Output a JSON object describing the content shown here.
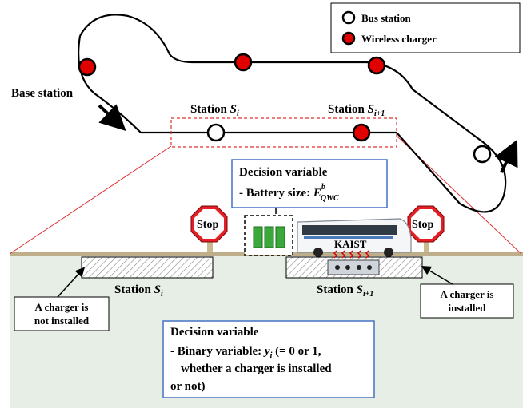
{
  "legend": {
    "bus_station": "Bus station",
    "wireless_charger": "Wireless charger"
  },
  "route": {
    "base_station": "Base station",
    "station_i_prefix": "Station ",
    "station_i_symbol": "S",
    "station_i_sub": "i",
    "station_i1_prefix": "Station ",
    "station_i1_symbol": "S",
    "station_i1_sub": "i+1"
  },
  "battery_box": {
    "title": "Decision variable",
    "line_prefix": "-   Battery size: ",
    "symbol": "E",
    "sup": "b",
    "sub": "QWC"
  },
  "stop_signs": {
    "left": "Stop",
    "right": "Stop"
  },
  "bus": {
    "brand": "KAIST"
  },
  "ground": {
    "station_i_prefix": "Station ",
    "station_i_symbol": "S",
    "station_i_sub": "i",
    "station_i1_prefix": "Station ",
    "station_i1_symbol": "S",
    "station_i1_sub": "i+1"
  },
  "callouts": {
    "not_installed_line1": "A charger is",
    "not_installed_line2": "not installed",
    "installed_line1": "A charger is",
    "installed_line2": "installed"
  },
  "binary_box": {
    "title": "Decision variable",
    "line1_prefix": "-   Binary variable: ",
    "line1_symbol": "y",
    "line1_sub": "i",
    "line1_suffix": " (= 0 or 1,",
    "line2": "whether a charger is installed",
    "line3": "or not)"
  },
  "colors": {
    "charger_fill": "#e00000",
    "ground_fill": "#e6eee5",
    "road": "#bfae8a",
    "box_border": "#4472c4",
    "dashed_red": "#e03030",
    "stop_red": "#e31e24",
    "battery_green": "#3aa83a"
  }
}
